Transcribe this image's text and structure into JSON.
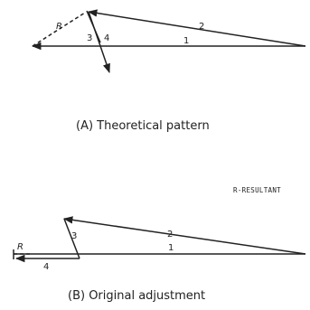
{
  "captions": {
    "a": "(A) Theoretical pattern",
    "b": "(B) Original adjustment"
  },
  "legend": "R-RESULTANT",
  "diagram_a": {
    "labels": {
      "resultant": "R",
      "v1": "1",
      "v2": "2",
      "v3": "3",
      "v4": "4"
    }
  },
  "diagram_b": {
    "labels": {
      "resultant": "R",
      "v1": "1",
      "v2": "2",
      "v3": "3",
      "v4": "4"
    }
  }
}
